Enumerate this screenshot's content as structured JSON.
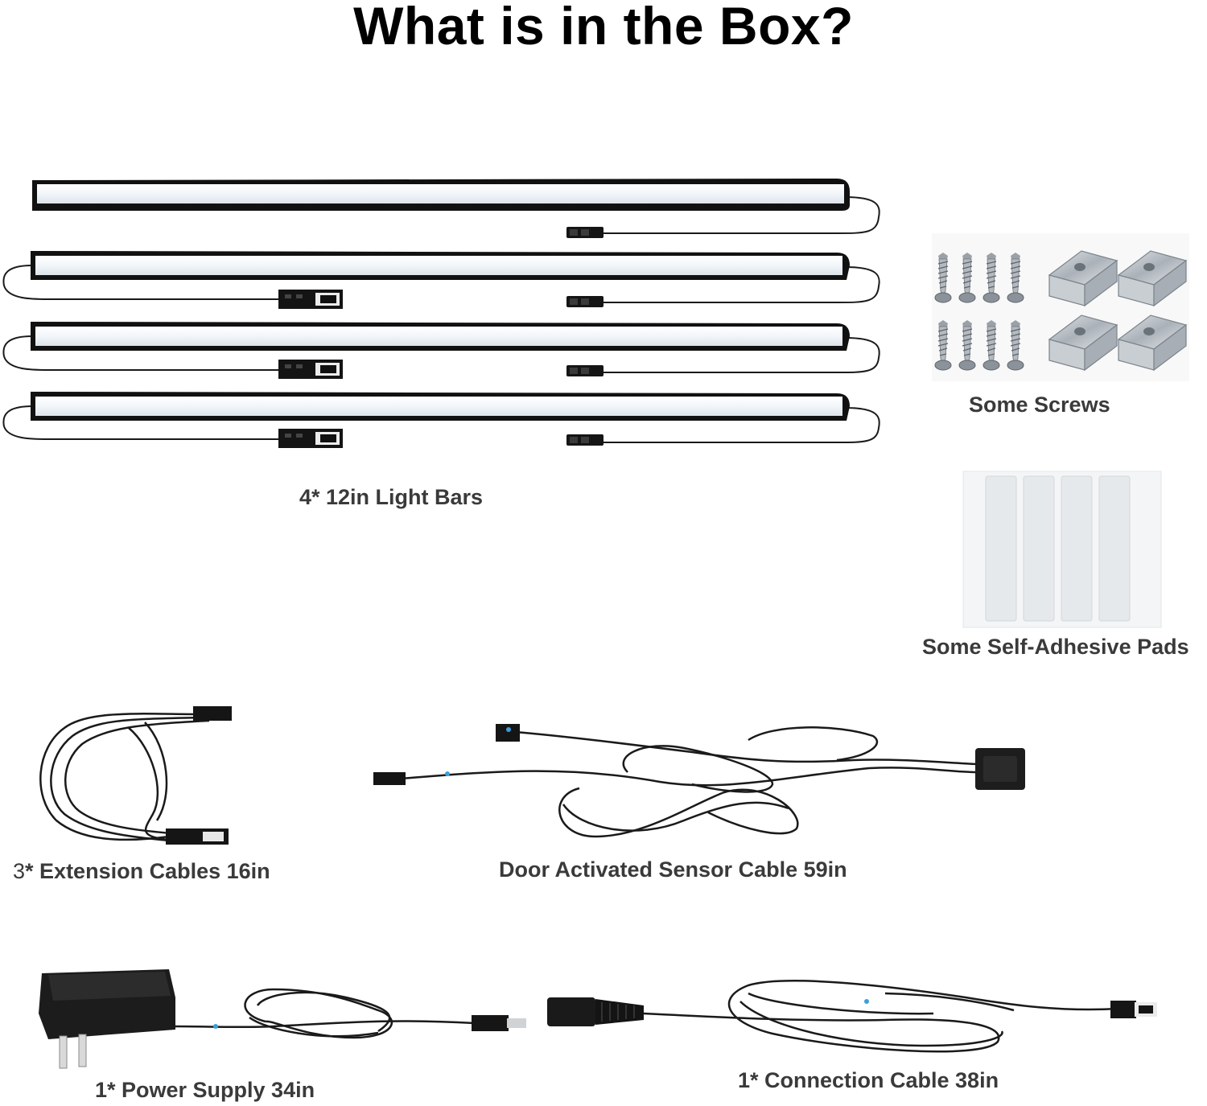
{
  "title": "What is in the Box?",
  "items": {
    "light_bars": "4* 12in Light Bars",
    "screws": "Some Screws",
    "pads": "Some Self-Adhesive Pads",
    "extension_qty": "3",
    "extension": "* Extension Cables 16in",
    "sensor": "Door Activated Sensor Cable 59in",
    "power": "1* Power Supply 34in",
    "connection": "1* Connection Cable 38in"
  },
  "colors": {
    "cable": "#1a1a1a",
    "bar_frame": "#111111",
    "bar_light": "#f7f9fb",
    "metal": "#b8bec4",
    "pad": "#eceff1",
    "label": "#3a3a3a",
    "marker": "#3aa0dc"
  }
}
